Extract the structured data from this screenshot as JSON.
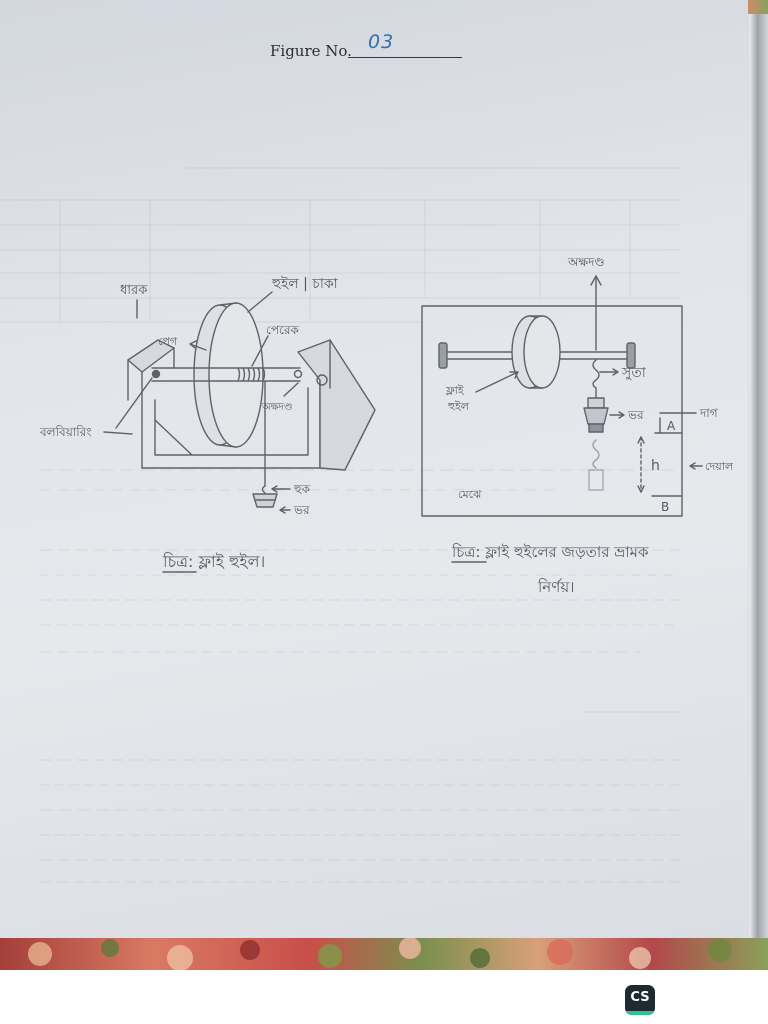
{
  "header": {
    "figure_label": "Figure No.",
    "figure_number": "03"
  },
  "left_figure": {
    "labels": {
      "holder": "ধারক",
      "wheel": "হুইল | চাকা",
      "peg": "পেগ",
      "nail": "পেরেক",
      "ball_bearing": "বলবিয়ারিং",
      "axle": "অক্ষদণ্ড",
      "hook": "হুক",
      "mass": "ভর"
    },
    "caption": "চিত্র: ফ্লাই হুইল।"
  },
  "right_figure": {
    "labels": {
      "axle": "অক্ষদণ্ড",
      "string": "সুতা",
      "fly_wheel_line1": "ফ্লাই",
      "fly_wheel_line2": "হুইল",
      "mass": "ভর",
      "mark": "দাগ",
      "point_a": "A",
      "height": "h",
      "wall": "দেয়াল",
      "point_b": "B",
      "floor": "মেঝে"
    },
    "caption_line1": "চিত্র: ফ্লাই হুইলের জড়তার ভ্রামক",
    "caption_line2": "নির্ণয়।"
  },
  "logo": {
    "text": "CS"
  },
  "colors": {
    "pencil": "#5a5d66",
    "ink_blue": "#2f6fb5",
    "paper": "#e2e5ea",
    "logo_bg": "#1e2a31",
    "logo_accent": "#2fc48d"
  }
}
